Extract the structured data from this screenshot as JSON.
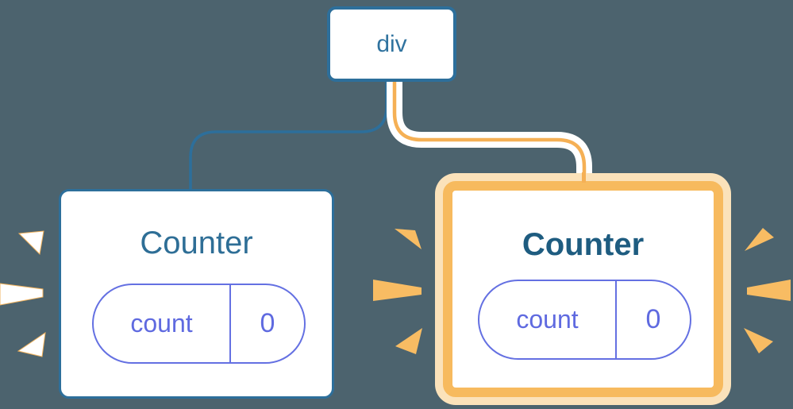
{
  "diagram": {
    "root_node": {
      "label": "div"
    },
    "left_component": {
      "title": "Counter",
      "state_key": "count",
      "state_value": "0",
      "highlighted": false,
      "spark_icon": "white-spark-burst-icon"
    },
    "right_component": {
      "title": "Counter",
      "state_key": "count",
      "state_value": "0",
      "highlighted": true,
      "spark_icon": "orange-spark-burst-icon"
    },
    "edges": [
      {
        "name": "edge-div-to-left-counter",
        "color": "#2d6f9b",
        "style": "thin-blue-line"
      },
      {
        "name": "edge-div-to-right-counter",
        "color": "#f5b055",
        "style": "orange-line-white-casing"
      }
    ]
  },
  "colors": {
    "background": "#4c636e",
    "node_border_blue": "#2d6f9b",
    "node_text_blue": "#30739f",
    "counter_title_left": "#2e6e96",
    "counter_title_right": "#1e5c80",
    "pill_indigo": "#6470e2",
    "pill_text_indigo": "#5f6ae0",
    "highlight_orange": "#f7ba5e",
    "highlight_cream": "#fbe2ba",
    "connector_orange": "#f5b055",
    "spark_orange": "#f8bc63",
    "card_white": "#ffffff"
  }
}
